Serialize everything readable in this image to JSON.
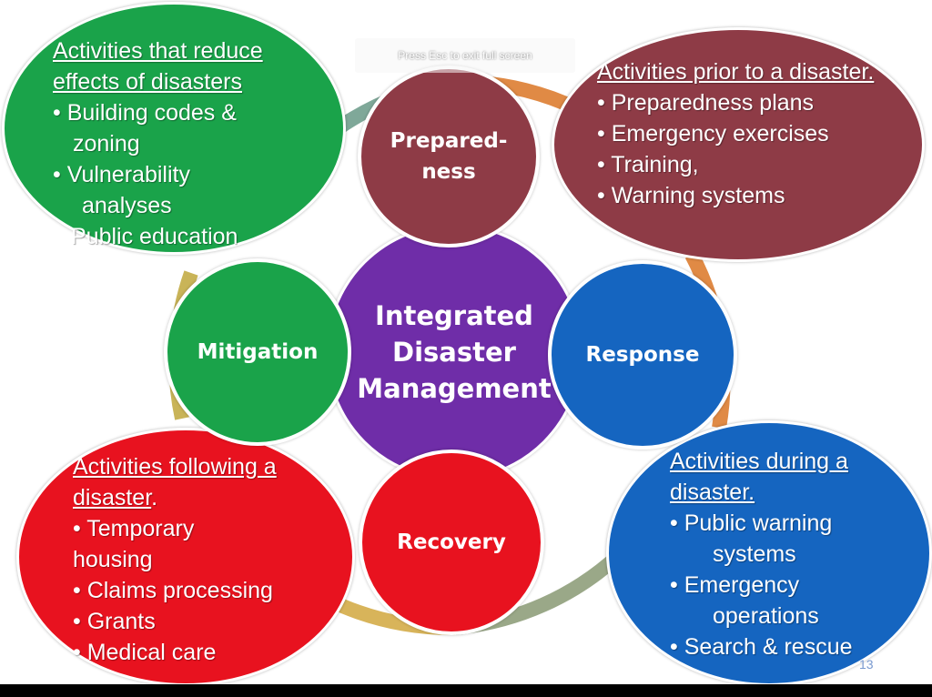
{
  "colors": {
    "mitigation": "#1aa34a",
    "preparedness": "#8e3b46",
    "response": "#1565c0",
    "recovery": "#e8121f",
    "center": "#6f2da8",
    "ring": "#b8b088"
  },
  "center": {
    "lines": [
      "Integrated",
      "Disaster",
      "Management"
    ]
  },
  "phases": {
    "preparedness": [
      "Prepared-",
      "ness"
    ],
    "mitigation": "Mitigation",
    "response": "Response",
    "recovery": "Recovery"
  },
  "notes": {
    "mitigation": {
      "heading": [
        "Activities that reduce",
        "effects of disasters"
      ],
      "lines": [
        "• Building codes &",
        "zoning",
        "• Vulnerability",
        "analyses",
        "Public education"
      ]
    },
    "preparedness": {
      "heading": "Activities prior to a disaster.",
      "lines": [
        "• Preparedness plans",
        "• Emergency  exercises",
        "• Training,",
        "• Warning systems"
      ]
    },
    "recovery": {
      "heading": [
        "Activities following a",
        "disaster"
      ],
      "heading_tail": ".",
      "lines": [
        "•  Temporary",
        "housing",
        "•  Claims processing",
        "•  Grants",
        "•  Medical  care"
      ]
    },
    "response": {
      "heading": [
        "Activities during a",
        "disaster."
      ],
      "lines": [
        "• Public warning",
        "systems",
        "• Emergency",
        "operations",
        "• Search & rescue"
      ]
    }
  },
  "overlay": {
    "text": "Press Esc to exit full screen"
  },
  "slide_number": "13"
}
